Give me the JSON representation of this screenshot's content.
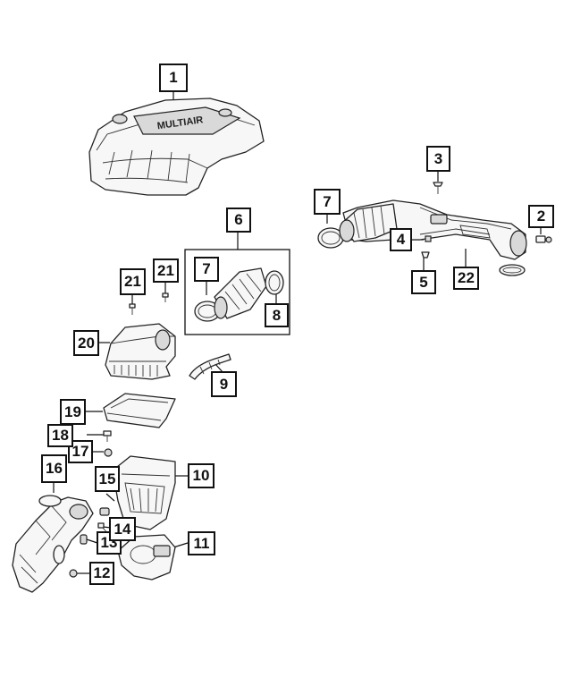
{
  "diagram": {
    "engine_cover_logo": "MULTIAIR"
  },
  "callouts": {
    "c1": "1",
    "c2": "2",
    "c3": "3",
    "c4": "4",
    "c5": "5",
    "c6": "6",
    "c7a": "7",
    "c7b": "7",
    "c8": "8",
    "c9": "9",
    "c10": "10",
    "c11": "11",
    "c12": "12",
    "c13": "13",
    "c14": "14",
    "c15": "15",
    "c16": "16",
    "c17": "17",
    "c18": "18",
    "c19": "19",
    "c20": "20",
    "c21a": "21",
    "c21b": "21",
    "c22": "22"
  }
}
